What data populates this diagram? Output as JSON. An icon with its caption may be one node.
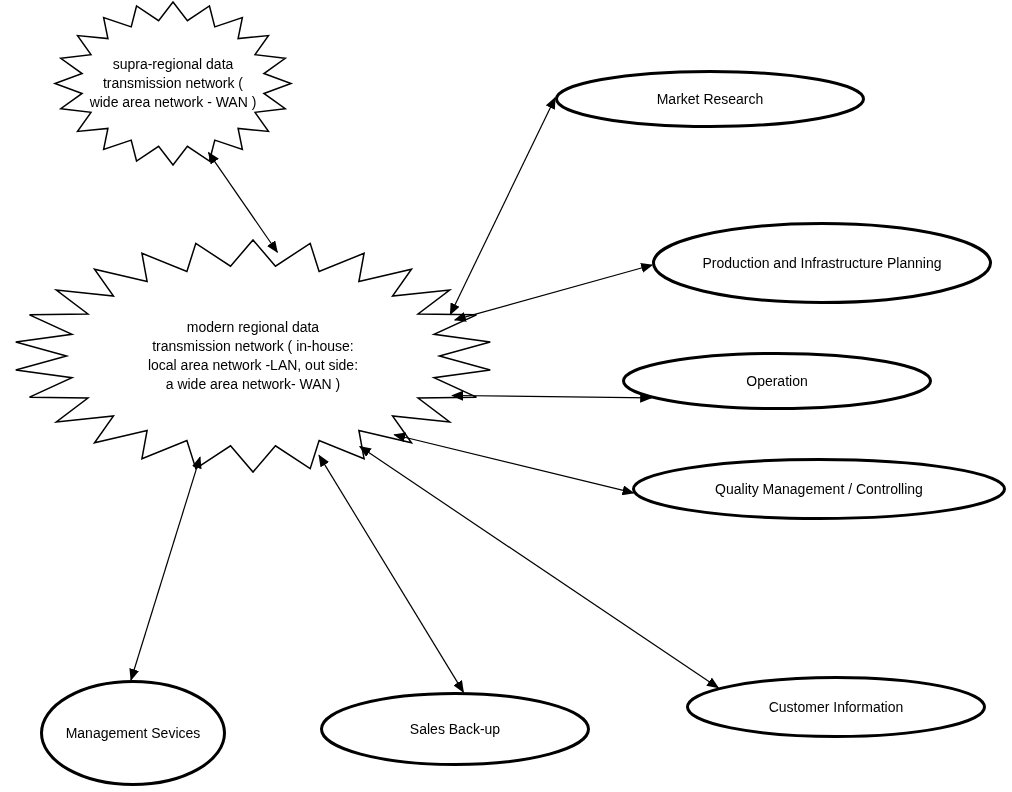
{
  "diagram": {
    "nodes": [
      {
        "text": [
          "supra-regional data transmission network ( wide area network - WAN )"
        ]
      },
      {
        "text": [
          "modern regional data transmission network ( in-house: local area network -LAN, out side: a wide area network- WAN )"
        ]
      },
      {
        "text": [
          "Market Research"
        ]
      },
      {
        "text": [
          "Production and Infrastructure Planning"
        ]
      },
      {
        "text": [
          "Operation"
        ]
      },
      {
        "text": [
          "Quality Management / Controlling"
        ]
      },
      {
        "text": [
          "Customer Information"
        ]
      },
      {
        "text": [
          "Management Sevices"
        ]
      },
      {
        "text": [
          "Sales Back-up"
        ]
      }
    ],
    "edges": [
      {
        "from": 0,
        "to": 1,
        "arrow": "both"
      },
      {
        "from": 1,
        "to": 2,
        "arrow": "both"
      },
      {
        "from": 1,
        "to": 3,
        "arrow": "both"
      },
      {
        "from": 1,
        "to": 4,
        "arrow": "both"
      },
      {
        "from": 1,
        "to": 5,
        "arrow": "both"
      },
      {
        "from": 1,
        "to": 6,
        "arrow": "both"
      },
      {
        "from": 1,
        "to": 8,
        "arrow": "both"
      },
      {
        "from": 1,
        "to": 7,
        "arrow": "both"
      }
    ]
  }
}
